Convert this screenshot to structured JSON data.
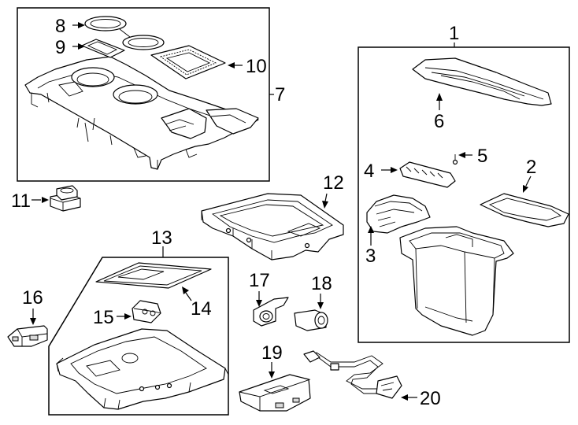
{
  "diagram": {
    "callouts": [
      "1",
      "2",
      "3",
      "4",
      "5",
      "6",
      "7",
      "8",
      "9",
      "10",
      "11",
      "12",
      "13",
      "14",
      "15",
      "16",
      "17",
      "18",
      "19",
      "20"
    ]
  }
}
